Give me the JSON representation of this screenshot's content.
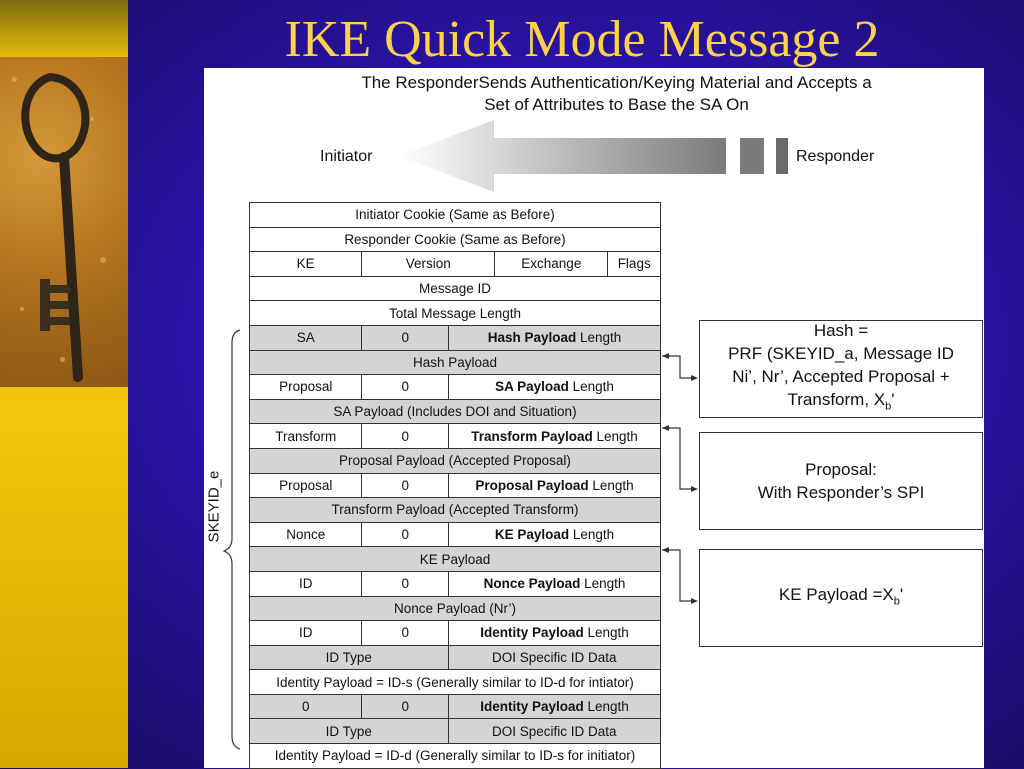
{
  "title": "IKE Quick Mode Message 2",
  "subtitle_line1": "The ResponderSends Authentication/Keying Material and Accepts a",
  "subtitle_line2": "Set of Attributes to Base the SA On",
  "initiator_label": "Initiator",
  "responder_label": "Responder",
  "skeyid_label": "SKEYID_e",
  "colors": {
    "title": "#ffd24a",
    "background": "#2a13a8",
    "left_bar": "#f2c40a",
    "grey_row": "#d4d4d4"
  },
  "rows": [
    {
      "shade": "white",
      "cells": [
        {
          "t": "Initiator Cookie (Same as Before)"
        }
      ]
    },
    {
      "shade": "white",
      "cells": [
        {
          "t": "Responder Cookie (Same as Before)"
        }
      ]
    },
    {
      "shade": "white",
      "cells": [
        {
          "t": "KE"
        },
        {
          "t": "Version"
        },
        {
          "t": "Exchange"
        },
        {
          "t": "Flags"
        }
      ]
    },
    {
      "shade": "white",
      "cells": [
        {
          "t": "Message ID"
        }
      ]
    },
    {
      "shade": "white",
      "cells": [
        {
          "t": "Total Message Length"
        }
      ]
    },
    {
      "shade": "grey",
      "cells": [
        {
          "t": "SA"
        },
        {
          "t": "0"
        },
        {
          "b": "Hash Payload",
          "t": " Length"
        }
      ]
    },
    {
      "shade": "grey",
      "cells": [
        {
          "t": "Hash Payload"
        }
      ]
    },
    {
      "shade": "white",
      "cells": [
        {
          "t": "Proposal"
        },
        {
          "t": "0"
        },
        {
          "b": "SA Payload",
          "t": " Length"
        }
      ]
    },
    {
      "shade": "grey",
      "cells": [
        {
          "t": "SA Payload (Includes DOI and Situation)"
        }
      ]
    },
    {
      "shade": "white",
      "cells": [
        {
          "t": "Transform"
        },
        {
          "t": "0"
        },
        {
          "b": "Transform Payload",
          "t": " Length"
        }
      ]
    },
    {
      "shade": "grey",
      "cells": [
        {
          "t": "Proposal Payload (Accepted Proposal)"
        }
      ]
    },
    {
      "shade": "white",
      "cells": [
        {
          "t": "Proposal"
        },
        {
          "t": "0"
        },
        {
          "b": "Proposal Payload",
          "t": " Length"
        }
      ]
    },
    {
      "shade": "grey",
      "cells": [
        {
          "t": "Transform Payload (Accepted Transform)"
        }
      ]
    },
    {
      "shade": "white",
      "cells": [
        {
          "t": "Nonce"
        },
        {
          "t": "0"
        },
        {
          "b": "KE Payload",
          "t": " Length"
        }
      ]
    },
    {
      "shade": "grey",
      "cells": [
        {
          "t": "KE Payload"
        }
      ]
    },
    {
      "shade": "white",
      "cells": [
        {
          "t": "ID"
        },
        {
          "t": "0"
        },
        {
          "b": "Nonce Payload",
          "t": " Length"
        }
      ]
    },
    {
      "shade": "grey",
      "cells": [
        {
          "t": "Nonce Payload (Nr’)"
        }
      ]
    },
    {
      "shade": "white",
      "cells": [
        {
          "t": "ID"
        },
        {
          "t": "0"
        },
        {
          "b": "Identity Payload",
          "t": " Length"
        }
      ]
    },
    {
      "shade": "grey",
      "cells": [
        {
          "t": "ID Type"
        },
        {
          "t": "DOI Specific ID Data"
        }
      ]
    },
    {
      "shade": "white",
      "cells": [
        {
          "t": "Identity Payload = ID-s (Generally similar to ID-d for intiator)"
        }
      ]
    },
    {
      "shade": "grey",
      "cells": [
        {
          "t": "0"
        },
        {
          "t": "0"
        },
        {
          "b": "Identity Payload",
          "t": " Length"
        }
      ]
    },
    {
      "shade": "grey",
      "cells": [
        {
          "t": "ID Type"
        },
        {
          "t": "DOI Specific ID Data"
        }
      ]
    },
    {
      "shade": "white",
      "cells": [
        {
          "t": "Identity Payload = ID-d (Generally similar to ID-s for initiator)"
        }
      ]
    }
  ],
  "boxes": {
    "hash": {
      "line1": "Hash =",
      "line2": "PRF (SKEYID_a, Message ID",
      "line3": "Ni’, Nr’, Accepted Proposal +",
      "line4": "Transform, X",
      "sub": "b",
      "tail": "'"
    },
    "proposal": {
      "line1": "Proposal:",
      "line2": "With Responder’s SPI"
    },
    "ke": {
      "line1": "KE Payload =X",
      "sub": "b",
      "tail": "'"
    }
  }
}
